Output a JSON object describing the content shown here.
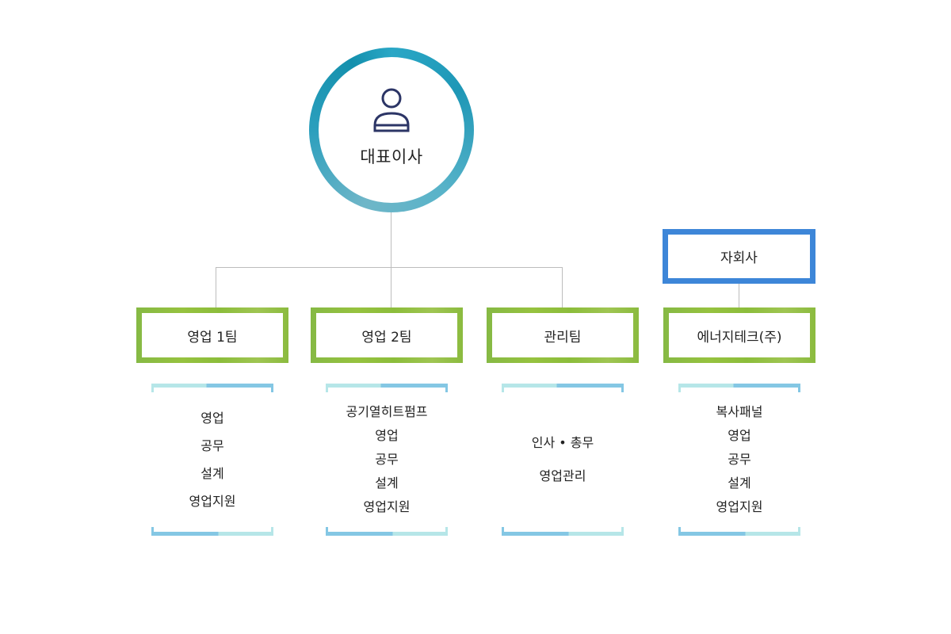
{
  "ceo": {
    "label": "대표이사",
    "icon": "person-icon"
  },
  "subsidiary": {
    "label": "자회사"
  },
  "teams": [
    {
      "label": "영업 1팀",
      "duties": [
        "영업",
        "공무",
        "설계",
        "영업지원"
      ]
    },
    {
      "label": "영업 2팀",
      "duties": [
        "공기열히트펌프",
        "영업",
        "공무",
        "설계",
        "영업지원"
      ]
    },
    {
      "label": "관리팀",
      "duties": [
        "인사 • 총무",
        "영업관리"
      ]
    },
    {
      "label": "에너지테크(주)",
      "duties": [
        "복사패널",
        "영업",
        "공무",
        "설계",
        "영업지원"
      ]
    }
  ],
  "colors": {
    "ring": "#2aa7c6",
    "team_border": "#8cbd3b",
    "subsidiary_border": "#3d86d8",
    "bracket_light": "#b6e6e8",
    "bracket_dark": "#84c7e4",
    "connector": "#bdbdbd",
    "icon": "#2c3566"
  }
}
